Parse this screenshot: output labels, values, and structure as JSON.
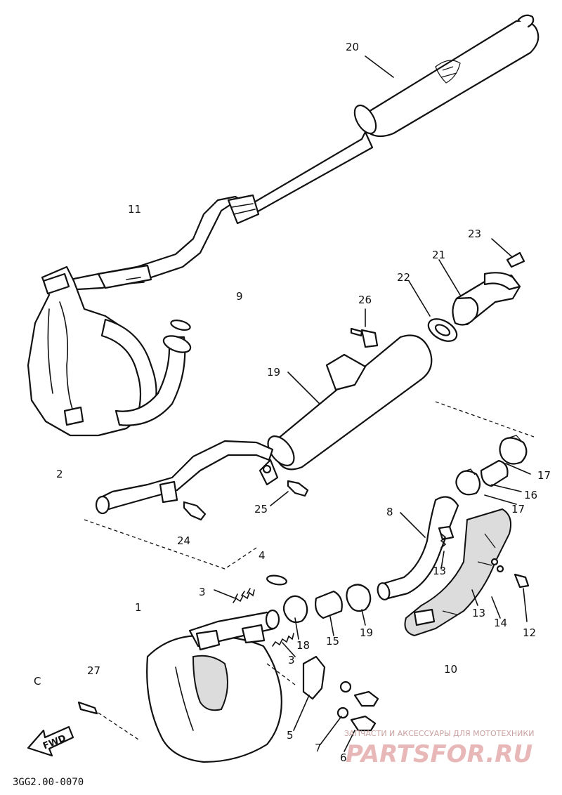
{
  "diagram": {
    "diagram_code": "3GG2.00-0070",
    "fwd_label": "FWD",
    "callouts": [
      "20",
      "11",
      "9",
      "23",
      "21",
      "22",
      "26",
      "19",
      "2",
      "17",
      "16",
      "17",
      "8",
      "25",
      "24",
      "4",
      "3",
      "13",
      "1",
      "13",
      "14",
      "12",
      "18",
      "15",
      "19",
      "3",
      "10",
      "27",
      "5",
      "7",
      "6",
      "C"
    ],
    "watermark": {
      "caption": "ЗАПЧАСТИ И АКСЕССУАРЫ ДЛЯ МОТОТЕХНИКИ",
      "brand": "PARTSFOR.RU"
    }
  },
  "colors": {
    "ink": "#111111",
    "paper": "#ffffff",
    "watermark": "#e8b8b8"
  }
}
